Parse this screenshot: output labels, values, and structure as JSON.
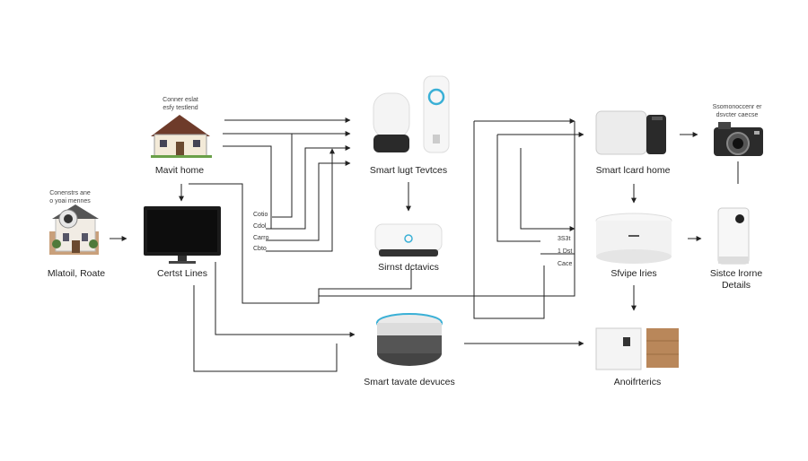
{
  "nodes": {
    "left_house": {
      "caption_lines": [
        "Conenstrs ane",
        "o yoai mennes"
      ],
      "label": "Mlatoil, Roate"
    },
    "top_house": {
      "caption_lines": [
        "Conner eslat",
        "esfy testlend"
      ],
      "label": "Mavit home"
    },
    "monitor": {
      "label": "Certst Lines"
    },
    "speakers": {
      "label": "Smart lugt Tevtces"
    },
    "hub": {
      "label": "Sirnst dctavics"
    },
    "bottom_speaker": {
      "label": "Smart tavate devuces"
    },
    "toaster": {
      "label": "Smart lcard home"
    },
    "camera": {
      "caption_lines": [
        "Ssomonoccenr er",
        "dsvcter caecse"
      ]
    },
    "round_device": {
      "label": "Sfvipe lries"
    },
    "tall_device": {
      "label_lines": [
        "Sistce lrorne",
        "Details"
      ]
    },
    "boxes": {
      "label": "Anoifrterics"
    }
  },
  "tick_labels_left": [
    "Cotio",
    "Cdol",
    "Carro",
    "Cbto"
  ],
  "tick_labels_right": [
    "3S3t",
    "1 Dst",
    "Cace"
  ],
  "colors": {
    "line": "#222222",
    "accent": "#3ab0d6",
    "wood": "#b9875a"
  }
}
